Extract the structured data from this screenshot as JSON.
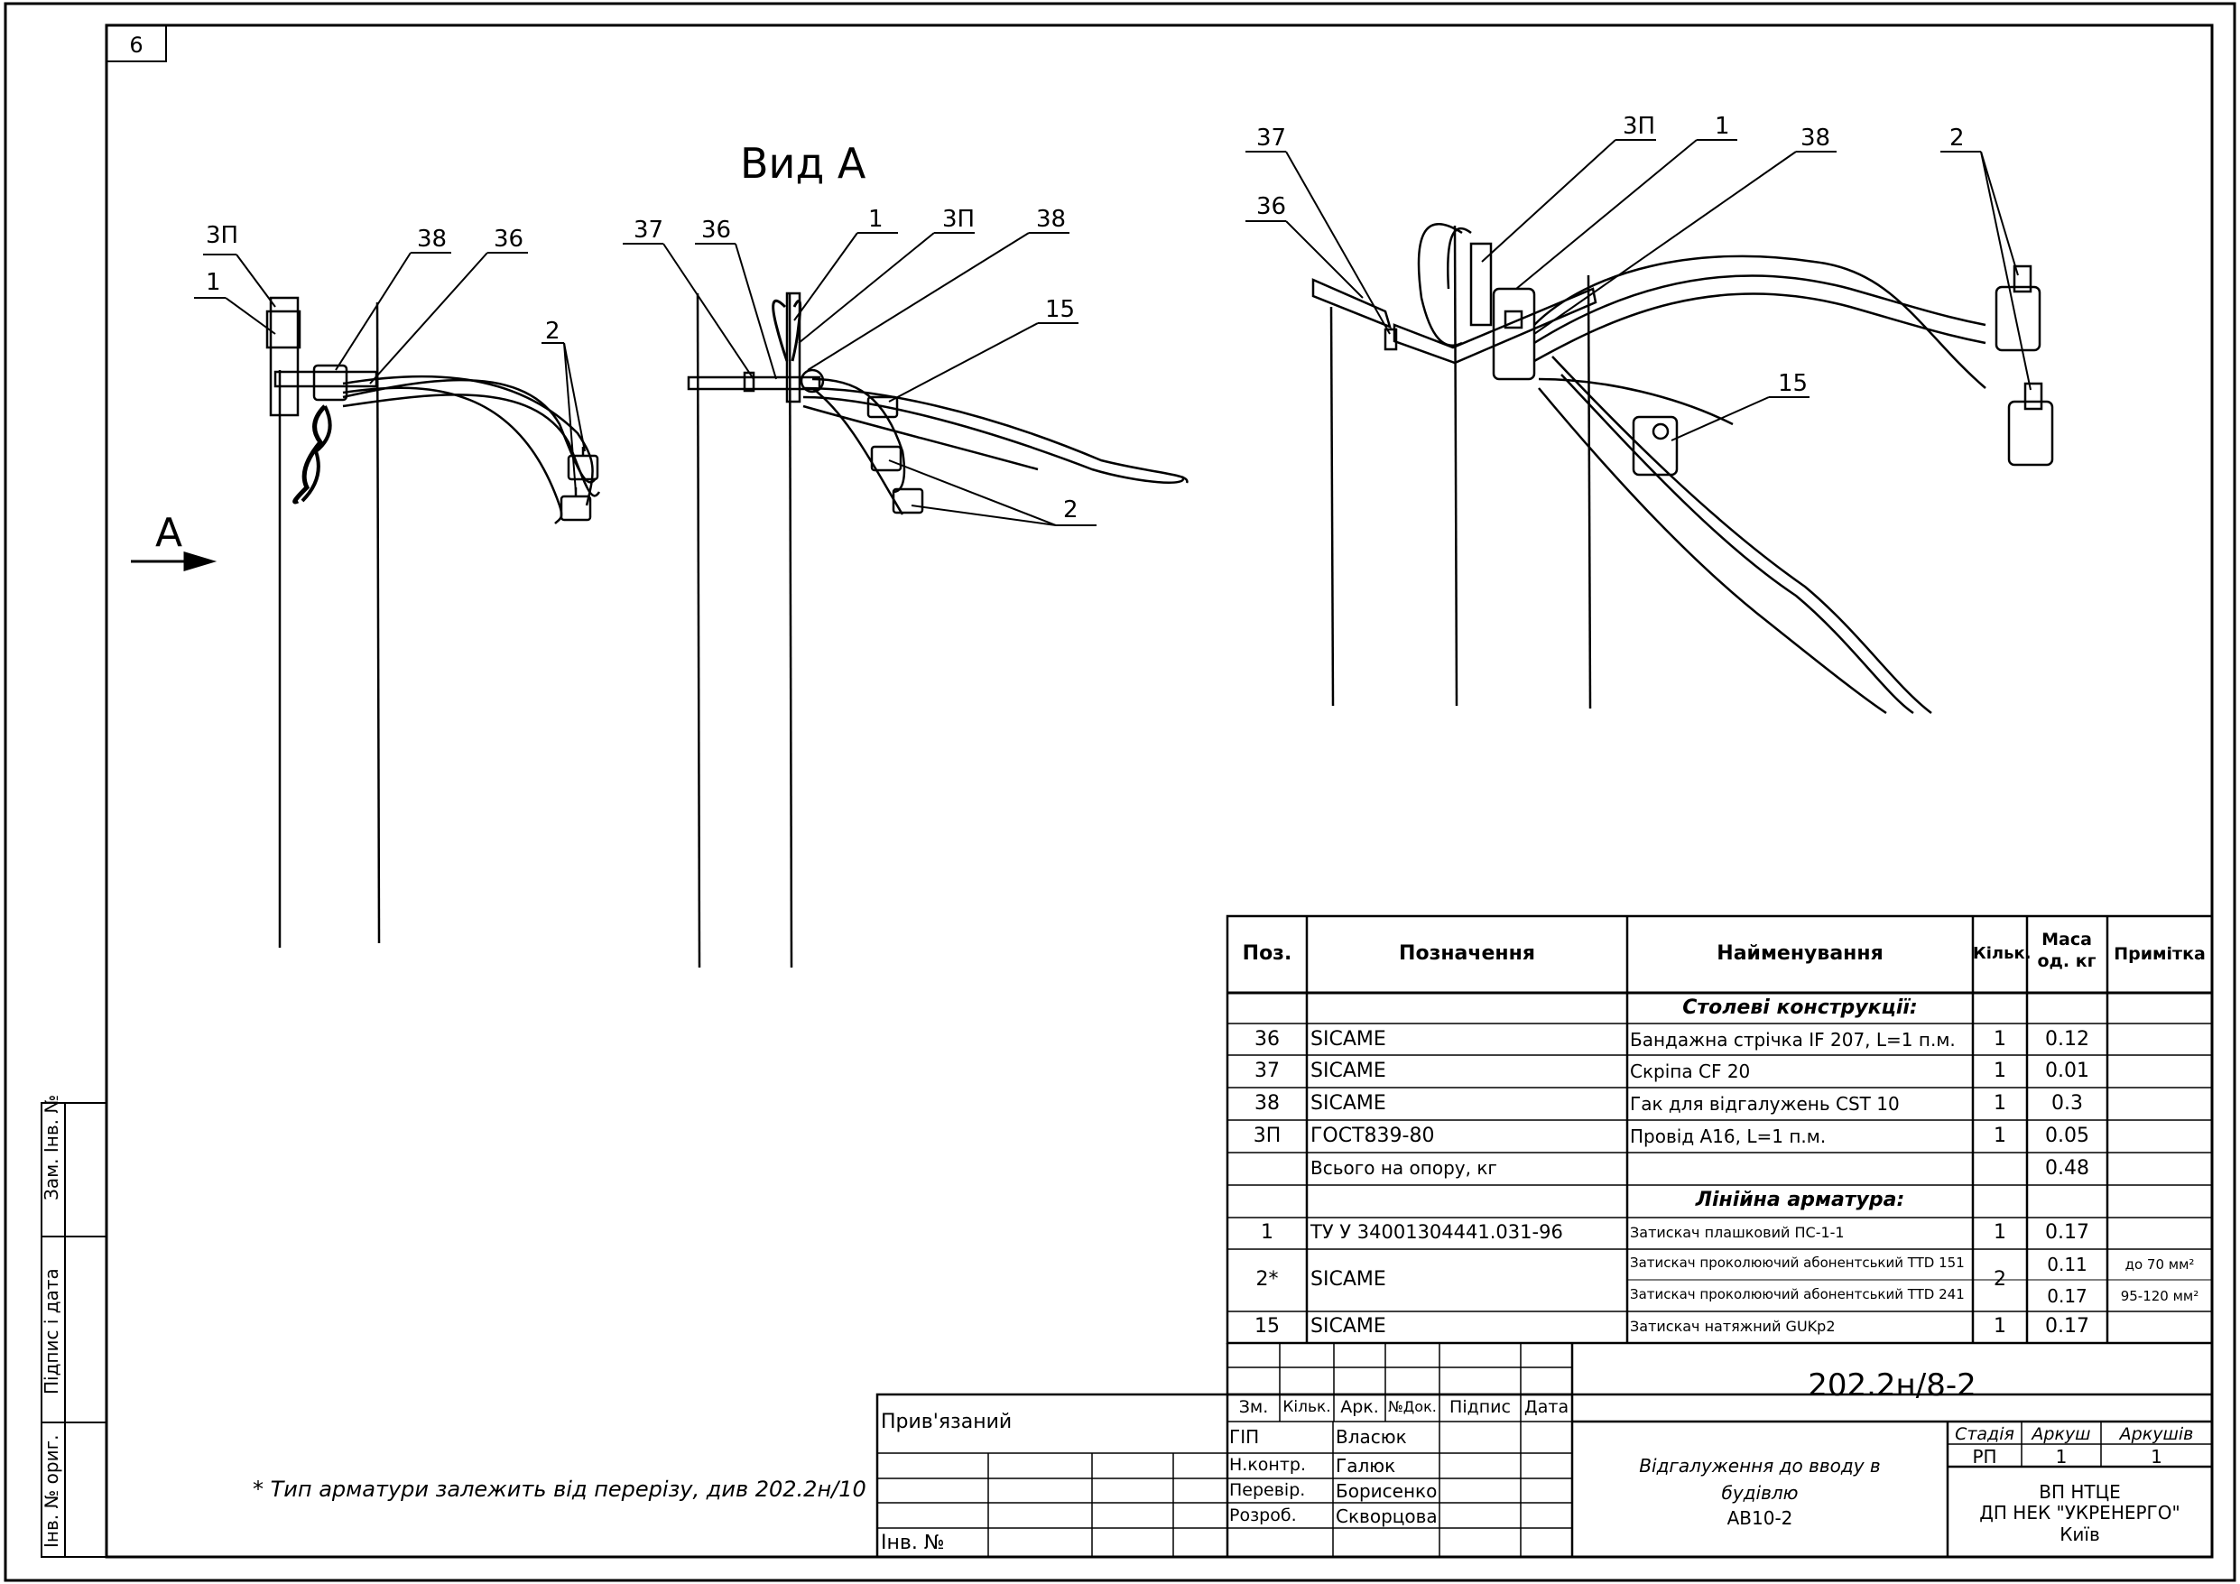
{
  "sheet_number": "6",
  "views": {
    "view_a_title": "Вид А",
    "arrow_label": "А",
    "left": {
      "c3p": "3П",
      "c1": "1",
      "c38": "38",
      "c36": "36",
      "c2": "2"
    },
    "middle": {
      "c37": "37",
      "c36": "36",
      "c1": "1",
      "c3p": "3П",
      "c38": "38",
      "c15": "15",
      "c2": "2"
    },
    "right": {
      "c37": "37",
      "c36": "36",
      "c3p": "3П",
      "c1": "1",
      "c38": "38",
      "c2": "2",
      "c15": "15"
    }
  },
  "footnote": "* Тип арматури залежить від перерізу, див 202.2н/10",
  "side_stamp": {
    "zam_inv": "Зам. Інв. №",
    "pidpys_data": "Підпис і дата",
    "inv_orig": "Інв. № ориг."
  },
  "spec_table": {
    "headers": {
      "pos": "Поз.",
      "designation": "Позначення",
      "name": "Найменування",
      "qty": "Кільк.",
      "mass": "Маса од. кг",
      "note": "Примітка"
    },
    "section_pole": "Столеві конструкції:",
    "section_line": "Лінійна арматура:",
    "rows": [
      {
        "pos": "36",
        "designation": "SICAME",
        "name": "Бандажна стрічка IF 207, L=1 п.м.",
        "qty": "1",
        "mass": "0.12",
        "note": ""
      },
      {
        "pos": "37",
        "designation": "SICAME",
        "name": "Скріпа CF 20",
        "qty": "1",
        "mass": "0.01",
        "note": ""
      },
      {
        "pos": "38",
        "designation": "SICAME",
        "name": "Гак для відгалужень CST 10",
        "qty": "1",
        "mass": "0.3",
        "note": ""
      },
      {
        "pos": "3П",
        "designation": "ГОСТ839-80",
        "name": "Провід А16, L=1 п.м.",
        "qty": "1",
        "mass": "0.05",
        "note": ""
      },
      {
        "pos": "",
        "designation": "Всього на опору, кг",
        "name": "",
        "qty": "",
        "mass": "0.48",
        "note": ""
      },
      {
        "pos": "1",
        "designation": "ТУ У 34001304441.031-96",
        "name": "Затискач плашковий ПС-1-1",
        "qty": "1",
        "mass": "0.17",
        "note": ""
      },
      {
        "pos": "2*",
        "designation": "SICAME",
        "name": "Затискач проколюючий абонентський TTD 151",
        "qty": "2",
        "mass": "0.11",
        "note": "до 70 мм²"
      },
      {
        "pos": "",
        "designation": "",
        "name": "Затискач проколюючий абонентський TTD 241",
        "qty": "",
        "mass": "0.17",
        "note": "95-120 мм²"
      },
      {
        "pos": "15",
        "designation": "SICAME",
        "name": "Затискач натяжний GUKp2",
        "qty": "1",
        "mass": "0.17",
        "note": ""
      }
    ]
  },
  "title_block": {
    "doc_code": "202.2н/8-2",
    "pryviazanyi": "Прив'язаний",
    "inv_no": "Інв. №",
    "cols": {
      "zm": "Зм.",
      "kilk": "Кільк.",
      "ark": "Арк.",
      "ndok": "№Док.",
      "pidpys": "Підпис",
      "data": "Дата"
    },
    "people": [
      {
        "role": "ГІП",
        "name": "Власюк"
      },
      {
        "role": "Н.контр.",
        "name": "Галюк"
      },
      {
        "role": "Перевір.",
        "name": "Борисенко"
      },
      {
        "role": "Розроб.",
        "name": "Скворцова"
      }
    ],
    "description_1": "Відгалуження до вводу в",
    "description_2": "будівлю",
    "description_3": "АВ10-2",
    "stage_label": "Стадія",
    "sheet_label": "Аркуш",
    "sheets_label": "Аркушів",
    "stage": "РП",
    "sheet": "1",
    "sheets": "1",
    "org_1": "ВП НТЦЕ",
    "org_2": "ДП НЕК \"УКРЕНЕРГО\"",
    "org_3": "Київ"
  }
}
